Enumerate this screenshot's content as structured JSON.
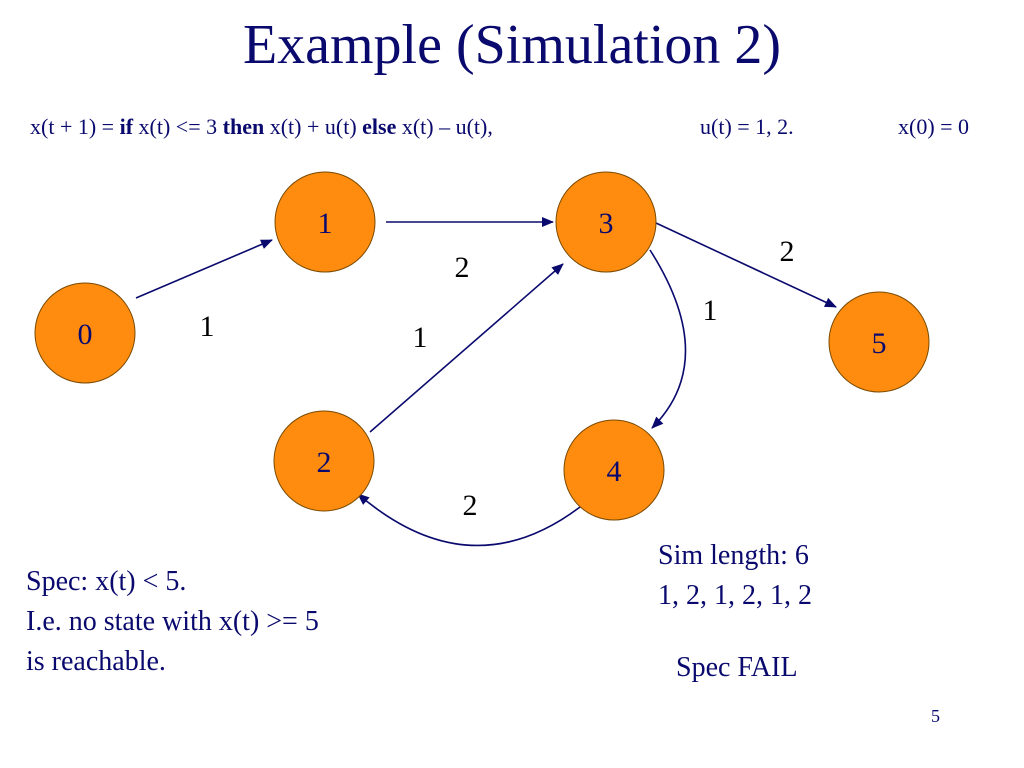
{
  "title": "Example (Simulation 2)",
  "formula": {
    "lhs": "x(t + 1) = ",
    "kw_if": "if",
    "cond": " x(t) <= 3 ",
    "kw_then": "then",
    "then_expr": " x(t) + u(t) ",
    "kw_else": "else",
    "else_expr": " x(t) – u(t),",
    "inputs": "u(t) = 1, 2.",
    "init": "x(0) = 0"
  },
  "colors": {
    "node_fill": "#ff8c0f",
    "node_stroke": "#7a4a00",
    "edge": "#0a0a6e",
    "text": "#0a0a6e"
  },
  "nodes": [
    {
      "id": "0",
      "label": "0"
    },
    {
      "id": "1",
      "label": "1"
    },
    {
      "id": "2",
      "label": "2"
    },
    {
      "id": "3",
      "label": "3"
    },
    {
      "id": "4",
      "label": "4"
    },
    {
      "id": "5",
      "label": "5"
    }
  ],
  "edges": [
    {
      "from": "0",
      "to": "1",
      "label": "1"
    },
    {
      "from": "1",
      "to": "3",
      "label": "2"
    },
    {
      "from": "2",
      "to": "3",
      "label": "1"
    },
    {
      "from": "3",
      "to": "5",
      "label": "2"
    },
    {
      "from": "3",
      "to": "4",
      "label": "1"
    },
    {
      "from": "4",
      "to": "2",
      "label": "2"
    }
  ],
  "spec_text": {
    "line1": "Spec: x(t) < 5.",
    "line2": "I.e. no state with x(t) >= 5",
    "line3": "is reachable."
  },
  "sim_text": {
    "line1": "Sim length: 6",
    "line2": "1, 2, 1, 2, 1, 2"
  },
  "result_text": "Spec FAIL",
  "page_number": "5"
}
